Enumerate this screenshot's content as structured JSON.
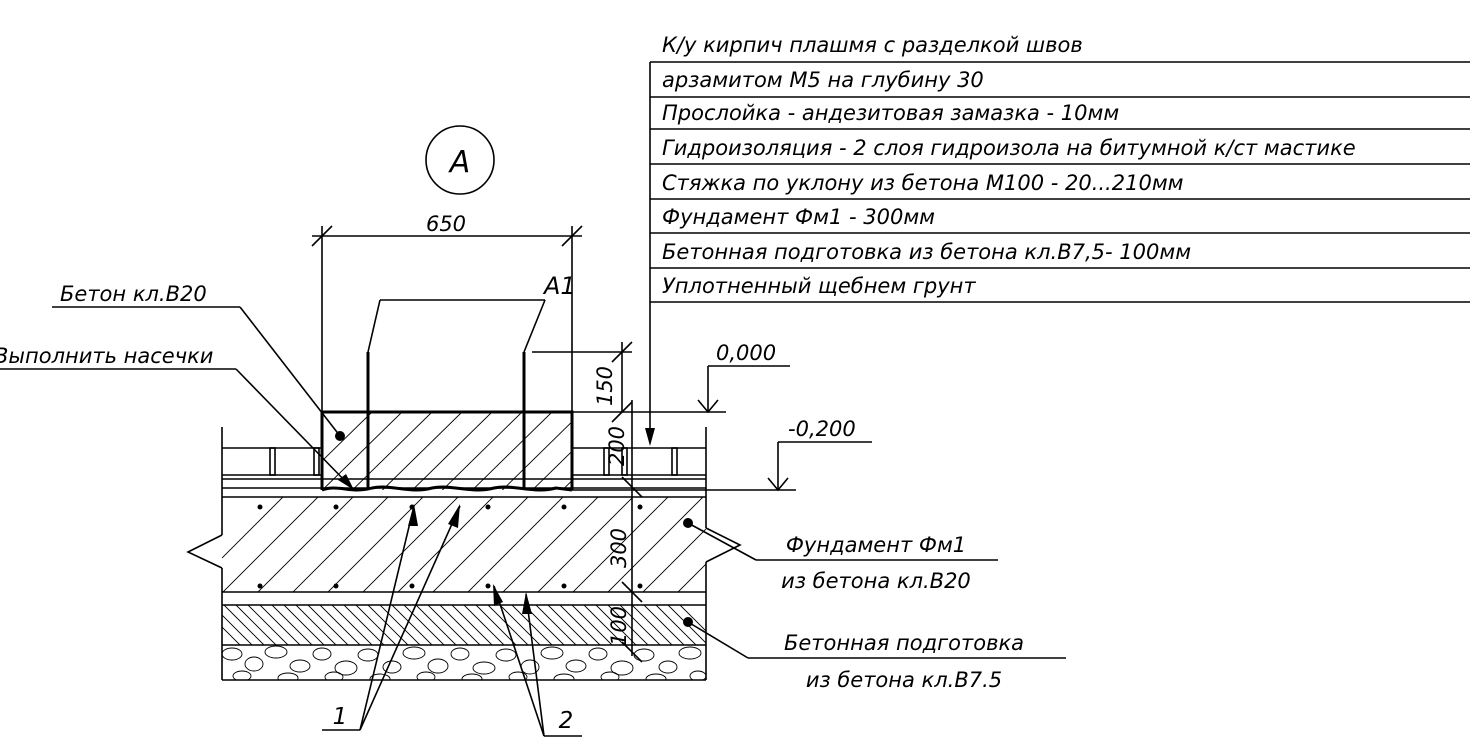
{
  "section_mark": "А",
  "width_dim": "650",
  "rebar_mark": "А1",
  "callout_concrete": "Бетон кл.В20",
  "callout_notches": "Выполнить насечки",
  "level_zero": "0,000",
  "level_minus": "-0,200",
  "dims": {
    "d150": "150",
    "d200": "200",
    "d300": "300",
    "d100": "100"
  },
  "layers": [
    "К/у кирпич плашмя с разделкой швов",
    "арзамитом М5 на глубину 30",
    "Прослойка - андезитовая замазка - 10мм",
    "Гидроизоляция - 2 слоя гидроизола на битумной к/ст мастике",
    "Стяжка по уклону из бетона М100 - 20...210мм",
    "Фундамент Фм1 - 300мм",
    "Бетонная подготовка из бетона кл.В7,5- 100мм",
    "Уплотненный щебнем грунт"
  ],
  "foundation_label": [
    "Фундамент Фм1",
    "из бетона кл.В20"
  ],
  "prep_label": [
    "Бетонная подготовка",
    "из бетона кл.В7.5"
  ],
  "pointer_1": "1",
  "pointer_2": "2"
}
